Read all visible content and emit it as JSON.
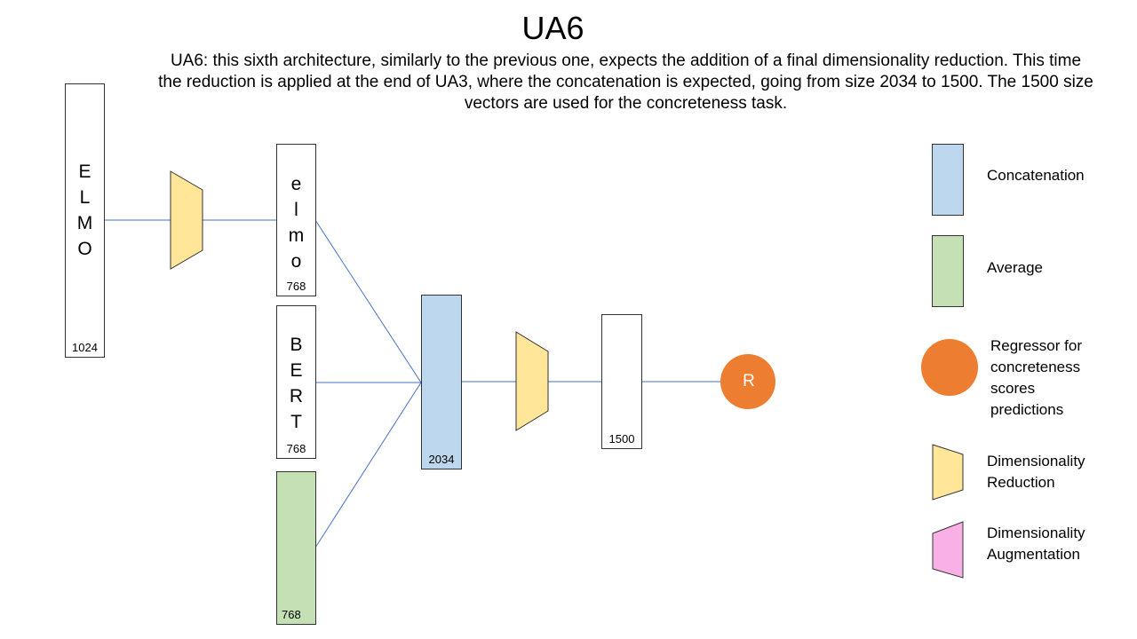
{
  "title": "UA6",
  "description": "UA6: this sixth architecture, similarly to the previous one, expects the addition of a final dimensionality reduction. This time the reduction is applied at the end of UA3, where the concatenation is expected, going from size 2034 to 1500. The 1500 size vectors are used for the concreteness task.",
  "nodes": {
    "elmo_input": {
      "letters": [
        "E",
        "L",
        "M",
        "O"
      ],
      "size": "1024"
    },
    "elmo": {
      "letters": [
        "e",
        "l",
        "m",
        "o"
      ],
      "size": "768"
    },
    "bert": {
      "letters": [
        "B",
        "E",
        "R",
        "T"
      ],
      "size": "768"
    },
    "average": {
      "size": "768"
    },
    "concatenation": {
      "size": "2034"
    },
    "reduced": {
      "size": "1500"
    },
    "regressor": {
      "label": "R"
    }
  },
  "legend": {
    "concatenation": "Concatenation",
    "average": "Average",
    "regressor": [
      "Regressor for",
      "concreteness",
      "scores",
      "predictions"
    ],
    "reduction": [
      "Dimensionality",
      "Reduction"
    ],
    "augmentation": [
      "Dimensionality",
      "Augmentation"
    ]
  },
  "colors": {
    "concatenation": "#bdd7ee",
    "average": "#c5e0b4",
    "regressor": "#ed7d31",
    "reduction": "#ffe699",
    "augmentation": "#f8b0e6",
    "edge": "#4472c4",
    "border": "#333333"
  }
}
